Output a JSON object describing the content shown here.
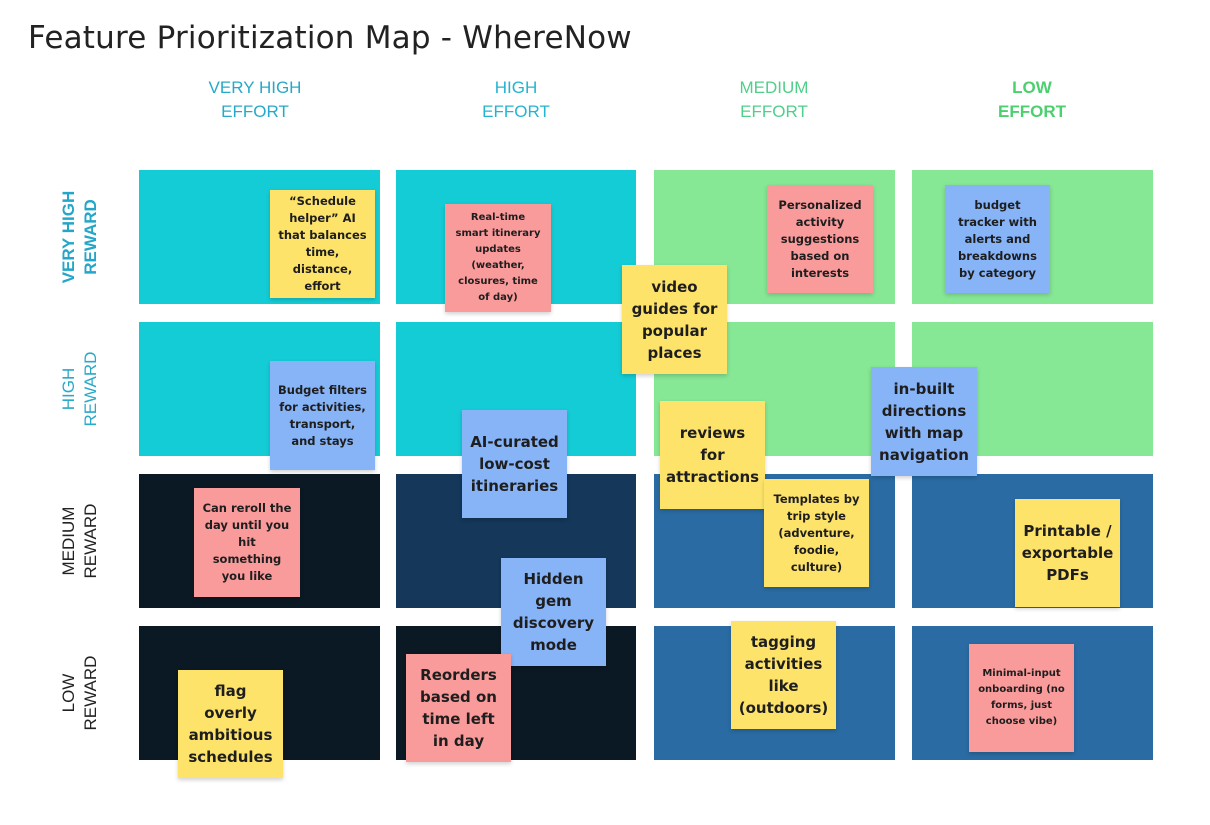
{
  "title": "Feature Prioritization Map - WhereNow",
  "colors": {
    "cyan": "#14ccd5",
    "light_green": "#86e795",
    "near_black": "#0b1924",
    "dark_navy": "#14375a",
    "mid_blue": "#2a6ba3",
    "note_yellow": "#fde36a",
    "note_red": "#f99b9b",
    "note_blue": "#87b3f7"
  },
  "columns": [
    {
      "line1": "VERY HIGH",
      "line2": "EFFORT",
      "color": "#26a9c8",
      "bold": false
    },
    {
      "line1": "HIGH",
      "line2": "EFFORT",
      "color": "#24b4cf",
      "bold": false
    },
    {
      "line1": "MEDIUM",
      "line2": "EFFORT",
      "color": "#4fcf8a",
      "bold": false
    },
    {
      "line1": "LOW",
      "line2": "EFFORT",
      "color": "#4cd06f",
      "bold": true
    }
  ],
  "rows": [
    {
      "line1": "VERY HIGH",
      "line2": "REWARD",
      "color": "#24a6c8",
      "bold": true
    },
    {
      "line1": "HIGH",
      "line2": "REWARD",
      "color": "#2aa9c9",
      "bold": false
    },
    {
      "line1": "MEDIUM",
      "line2": "REWARD",
      "color": "#222222",
      "bold": false
    },
    {
      "line1": "LOW",
      "line2": "REWARD",
      "color": "#222222",
      "bold": false
    }
  ],
  "cell_colors": [
    [
      "#14ccd5",
      "#14ccd5",
      "#86e795",
      "#86e795"
    ],
    [
      "#14ccd5",
      "#14ccd5",
      "#86e795",
      "#86e795"
    ],
    [
      "#0b1924",
      "#14375a",
      "#2a6ba3",
      "#2a6ba3"
    ],
    [
      "#0b1924",
      "#0b1924",
      "#2a6ba3",
      "#2a6ba3"
    ]
  ],
  "notes": [
    {
      "text": "“Schedule helper” AI that balances time, distance, effort",
      "color": "#fde36a",
      "size": "s"
    },
    {
      "text": "Real-time smart itinerary updates (weather, closures, time of day)",
      "color": "#f99b9b",
      "size": "xs"
    },
    {
      "text": "Personalized activity suggestions based on interests",
      "color": "#f99b9b",
      "size": "s"
    },
    {
      "text": "budget tracker with alerts and breakdowns by category",
      "color": "#87b3f7",
      "size": "s"
    },
    {
      "text": "video guides for popular places",
      "color": "#fde36a",
      "size": "m"
    },
    {
      "text": "Budget filters for activities, transport, and stays",
      "color": "#87b3f7",
      "size": "s"
    },
    {
      "text": "AI-curated low-cost itineraries",
      "color": "#87b3f7",
      "size": "m"
    },
    {
      "text": "reviews for attractions",
      "color": "#fde36a",
      "size": "m"
    },
    {
      "text": "in-built directions with map navigation",
      "color": "#87b3f7",
      "size": "m"
    },
    {
      "text": "Can reroll the day until you hit something you like",
      "color": "#f99b9b",
      "size": "s"
    },
    {
      "text": "Templates by trip style (adventure, foodie, culture)",
      "color": "#fde36a",
      "size": "s"
    },
    {
      "text": "Printable / exportable PDFs",
      "color": "#fde36a",
      "size": "m"
    },
    {
      "text": "Hidden gem discovery mode",
      "color": "#87b3f7",
      "size": "m"
    },
    {
      "text": "tagging activities like (outdoors)",
      "color": "#fde36a",
      "size": "m"
    },
    {
      "text": "flag overly ambitious schedules",
      "color": "#fde36a",
      "size": "m"
    },
    {
      "text": "Reorders based on time left in day",
      "color": "#f99b9b",
      "size": "m"
    },
    {
      "text": "Minimal-input onboarding (no forms, just choose vibe)",
      "color": "#f99b9b",
      "size": "xs"
    }
  ]
}
